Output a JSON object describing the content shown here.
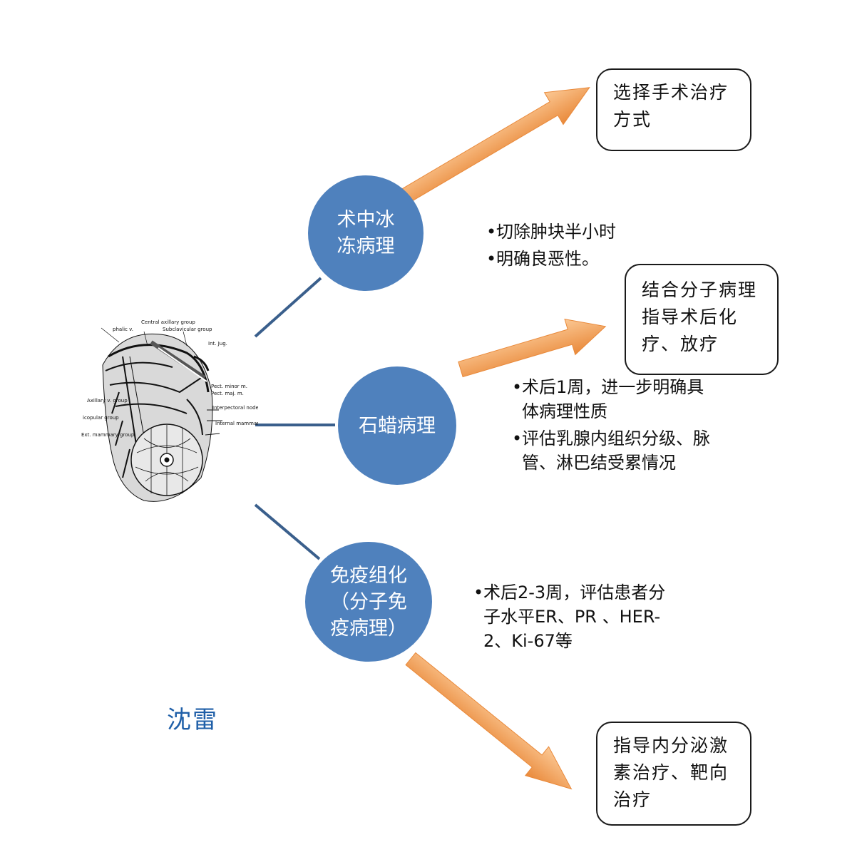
{
  "colors": {
    "node": "#4f81bd",
    "connector": "#3a5f8c",
    "arrow_light": "#fbc894",
    "arrow_dark": "#e9893a",
    "author": "#1f5fa8"
  },
  "illustration": {
    "icon": "breast-lymph-node-anatomy-illustration",
    "labels": {
      "cephalic_v": "phalic v.",
      "central_group": "Central axillary group",
      "subclavicular": "Subclavicular group",
      "int_jug": "Int. Jug.",
      "pect_minor": "Pect. minor m.",
      "pect_maj": "Pect. maj. m.",
      "interpectoral": "Interpectoral node",
      "axillary_v": "Axillary v. group",
      "scapular": "icopular group",
      "int_mammary": "Internal mammary nodes",
      "ext_mammary": "Ext. mammary group"
    }
  },
  "nodes": [
    {
      "lines": [
        "术中冰",
        "冻病理"
      ]
    },
    {
      "lines": [
        "石蜡病理"
      ]
    },
    {
      "lines": [
        "免疫组化",
        "（分子免",
        "疫病理）"
      ]
    }
  ],
  "notes": {
    "frozen": [
      "切除肿块半小时",
      "明确良恶性。"
    ],
    "paraffin": [
      "术后1周，进一步明确具体病理性质",
      "评估乳腺内组织分级、脉管、淋巴结受累情况"
    ],
    "ihc": [
      "术后2-3周，评估患者分子水平ER、PR 、HER-2、Ki-67等"
    ]
  },
  "outcomes": {
    "surgery": "选择手术治疗方式",
    "chemo": "结合分子病理指导术后化疗、放疗",
    "endocrine": "指导内分泌激素治疗、靶向治疗"
  },
  "author": "沈雷"
}
